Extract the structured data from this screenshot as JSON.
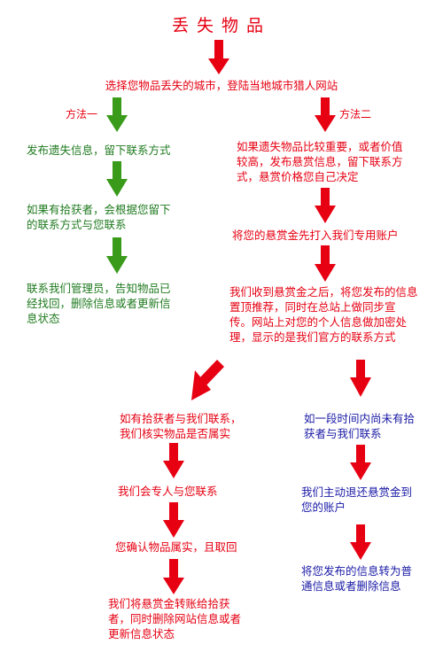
{
  "title": "丢失物品",
  "intro": "选择您物品丢失的城市，登陆当地城市猎人网站",
  "method1": {
    "label": "方法一",
    "steps": [
      "发布遗失信息，留下联系方式",
      "如果有拾获者，会根据您留下\n的联系方式与您联系",
      "联系我们管理员，告知物品已\n经找回，删除信息或者更新信\n息状态"
    ]
  },
  "method2": {
    "label": "方法二",
    "steps": [
      "如果遗失物品比较重要，或者价值\n较高，发布悬赏信息，留下联系方\n式，悬赏价格您自己决定",
      "将您的悬赏金先打入我们专用账户",
      "我们收到悬赏金之后，将您发布的信息\n置顶推荐，同时在总站上做同步宣\n传。网站上对您的个人信息做加密处\n理，显示的是我们官方的联系方式"
    ]
  },
  "branch_found": {
    "steps": [
      "如有拾获者与我们联系，\n我们核实物品是否属实",
      "我们会专人与您联系",
      "您确认物品属实，且取回",
      "我们将悬赏金转账给拾获\n者，同时删除网站信息或者\n更新信息状态"
    ]
  },
  "branch_not_found": {
    "steps": [
      "如一段时间内尚未有拾\n获者与我们联系",
      "我们主动退还悬赏金到\n您的账户",
      "将您发布的信息转为普\n通信息或者删除信息"
    ]
  },
  "colors": {
    "red": "#e60012",
    "green": "#3a9a1a",
    "dark_green": "#1f7a1f",
    "blue": "#1a1aa6"
  }
}
